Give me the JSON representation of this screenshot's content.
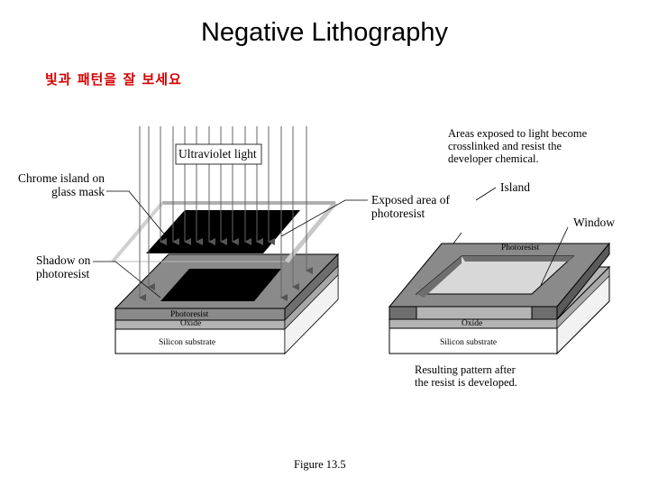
{
  "title": "Negative Lithography",
  "subtitle": "빛과 패턴을 잘 보세요",
  "labels": {
    "ultraviolet": "Ultraviolet light",
    "chrome_island": "Chrome island on\nglass mask",
    "shadow": "Shadow on\nphotoresist",
    "exposed_area": "Exposed area of\nphotoresist",
    "crosslinked": "Areas exposed to light become\ncrosslinked and resist the\ndeveloper chemical.",
    "island": "Island",
    "window": "Window",
    "photoresist_left": "Photoresist",
    "oxide_left": "Oxide",
    "silicon_left": "Silicon substrate",
    "photoresist_right": "Photoresist",
    "oxide_right": "Oxide",
    "silicon_right": "Silicon substrate",
    "resulting": "Resulting pattern after\nthe resist is developed.",
    "figure": "Figure 13.5"
  },
  "colors": {
    "subtitle": "#d40000",
    "resist_top": "#8a8a8a",
    "resist_side": "#6e6e6e",
    "oxide": "#b4b4b4",
    "substrate": "#ffffff",
    "chrome": "#000000",
    "window_floor": "#d8d8d8"
  }
}
